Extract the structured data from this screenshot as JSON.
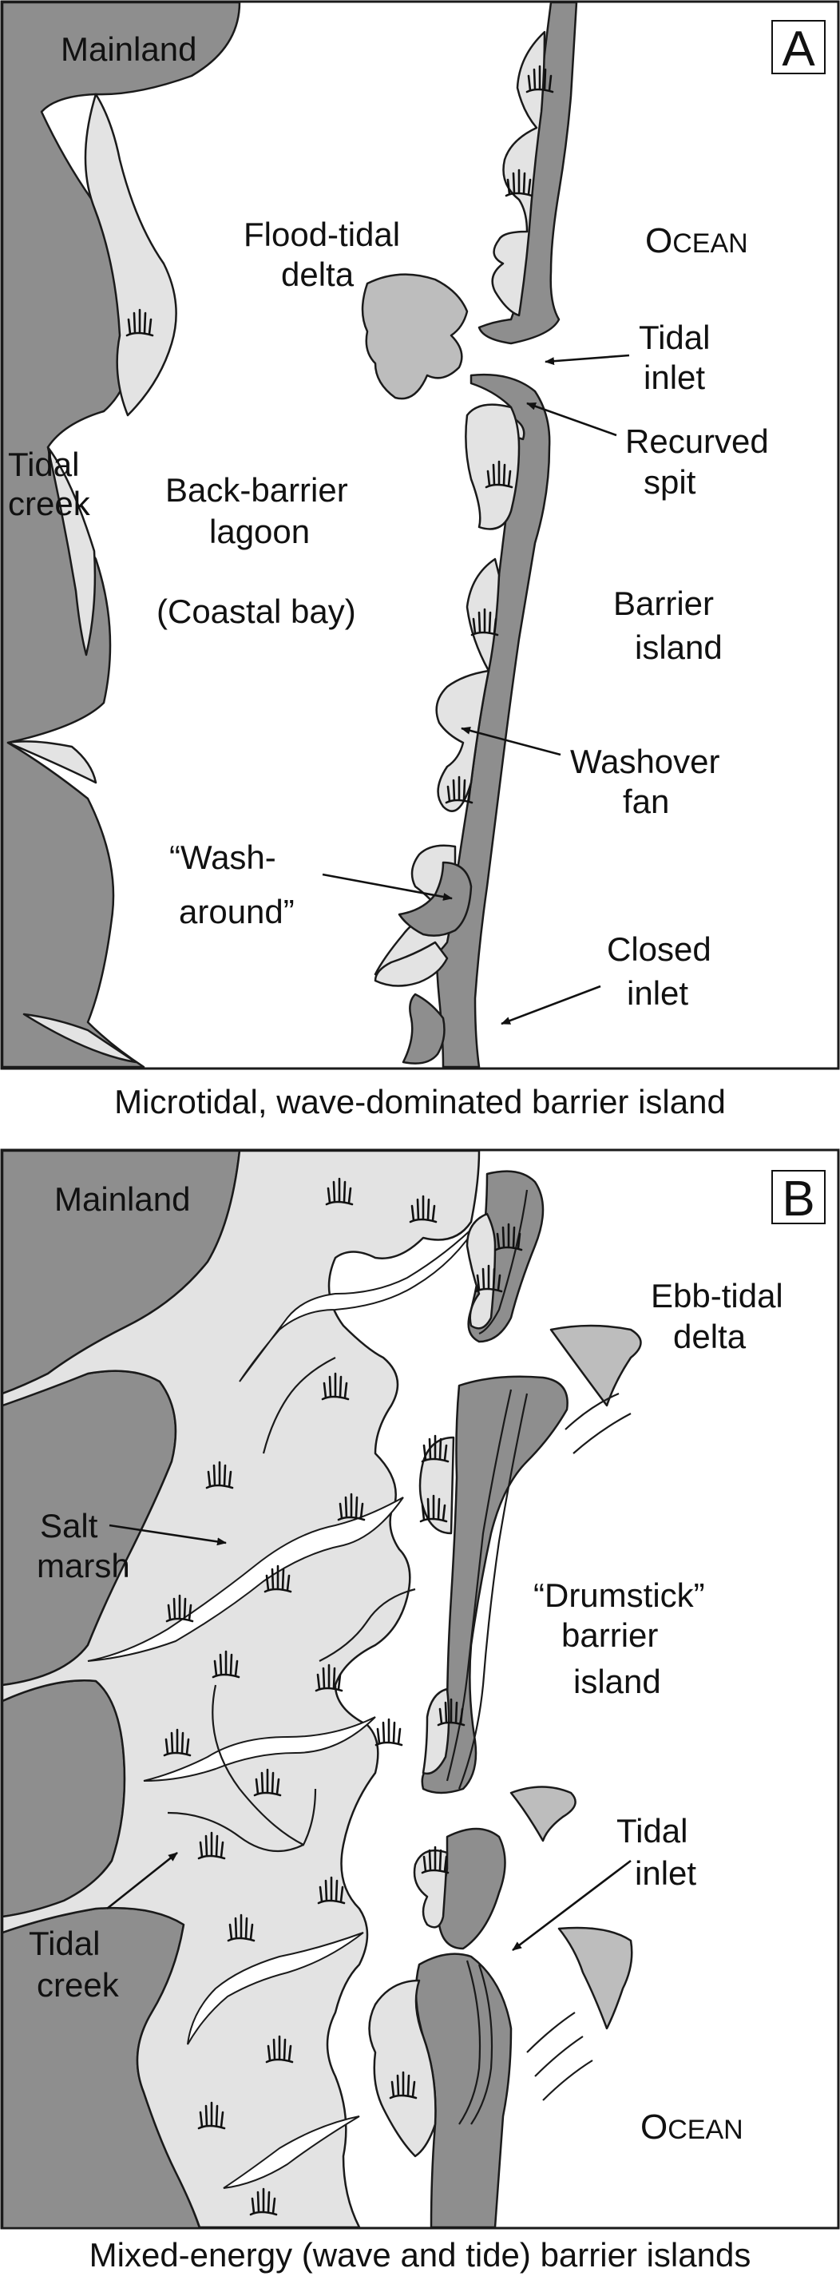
{
  "colors": {
    "land_dark": "#8e8e8e",
    "marsh_light": "#e3e3e3",
    "sand_mid": "#bdbdbd",
    "outline": "#1a1a1a",
    "water": "#ffffff"
  },
  "panel_a": {
    "letter": "A",
    "caption": "Microtidal, wave-dominated barrier island",
    "labels": {
      "mainland": "Mainland",
      "ocean_first": "O",
      "ocean_rest": "CEAN",
      "flood_tidal_delta_1": "Flood-tidal",
      "flood_tidal_delta_2": "delta",
      "tidal_inlet_1": "Tidal",
      "tidal_inlet_2": "inlet",
      "recurved_spit_1": "Recurved",
      "recurved_spit_2": "spit",
      "tidal_creek_1": "Tidal",
      "tidal_creek_2": "creek",
      "back_barrier_1": "Back-barrier",
      "back_barrier_2": "lagoon",
      "coastal_bay": "(Coastal bay)",
      "barrier_island_1": "Barrier",
      "barrier_island_2": "island",
      "washover_fan_1": "Washover",
      "washover_fan_2": "fan",
      "wash_around_1": "“Wash-",
      "wash_around_2": "around”",
      "closed_inlet_1": "Closed",
      "closed_inlet_2": "inlet"
    }
  },
  "panel_b": {
    "letter": "B",
    "caption": "Mixed-energy (wave and tide) barrier islands",
    "labels": {
      "mainland": "Mainland",
      "ebb_tidal_delta_1": "Ebb-tidal",
      "ebb_tidal_delta_2": "delta",
      "salt_marsh_1": "Salt",
      "salt_marsh_2": "marsh",
      "drumstick_1": "“Drumstick”",
      "drumstick_2": "barrier",
      "drumstick_3": "island",
      "tidal_inlet_1": "Tidal",
      "tidal_inlet_2": "inlet",
      "tidal_creek_1": "Tidal",
      "tidal_creek_2": "creek",
      "ocean_first": "O",
      "ocean_rest": "CEAN"
    }
  }
}
